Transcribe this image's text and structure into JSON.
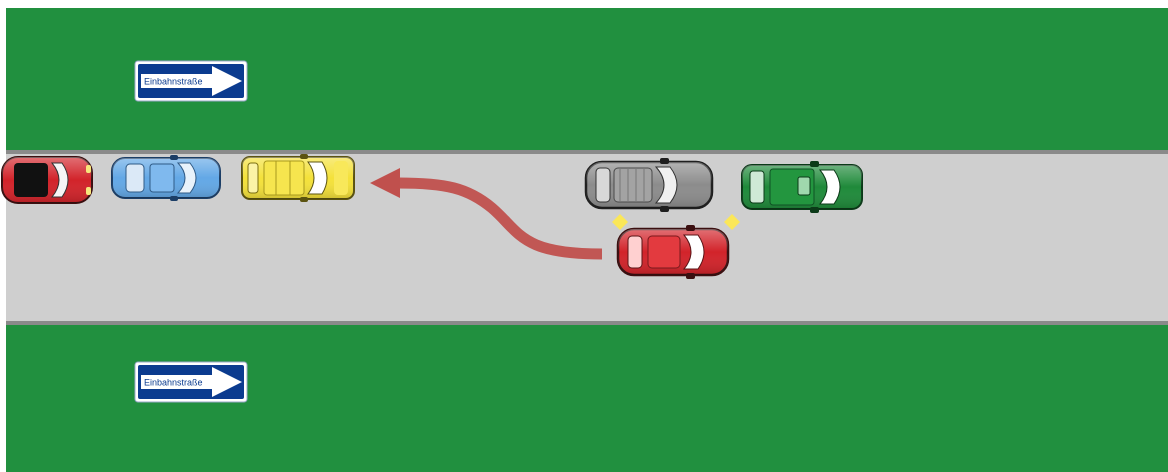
{
  "signs": {
    "top": {
      "text": "Einbahnstraße"
    },
    "bottom": {
      "text": "Einbahnstraße"
    }
  },
  "colors": {
    "grass": "#21903f",
    "road": "#cfcfcf",
    "road_edge": "#8a8a8a",
    "sign_blue": "#0b3b8f",
    "arrow": "#c0504d"
  },
  "cars": [
    {
      "id": "car-red-left-edge",
      "color": "#d2232a",
      "kind": "partial",
      "direction": "right"
    },
    {
      "id": "car-light-blue",
      "color": "#63a8e6",
      "kind": "sedan",
      "direction": "right"
    },
    {
      "id": "car-yellow",
      "color": "#f4e13a",
      "kind": "van",
      "direction": "right"
    },
    {
      "id": "car-gray",
      "color": "#8c8c8c",
      "kind": "sedan",
      "direction": "right"
    },
    {
      "id": "car-green",
      "color": "#1f8a3a",
      "kind": "van",
      "direction": "right"
    },
    {
      "id": "car-red-reversing",
      "color": "#d2232a",
      "kind": "sedan",
      "direction": "right",
      "hazard_lights": true
    }
  ],
  "maneuver_arrow": {
    "direction": "left"
  }
}
